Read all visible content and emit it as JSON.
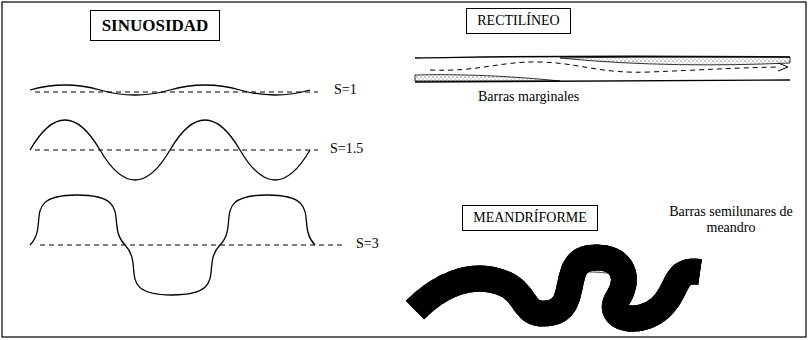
{
  "diagram": {
    "nodes": [
      {
        "text": [
          "SINUOSIDAD"
        ]
      },
      {
        "text": [
          "RECTILÍNEO"
        ]
      },
      {
        "text": [
          "MEANDRÍFORME"
        ]
      }
    ],
    "labels": [
      "S=1",
      "S=1.5",
      "S=3",
      "Barras marginales",
      "Barras semilunares de meandro"
    ]
  }
}
